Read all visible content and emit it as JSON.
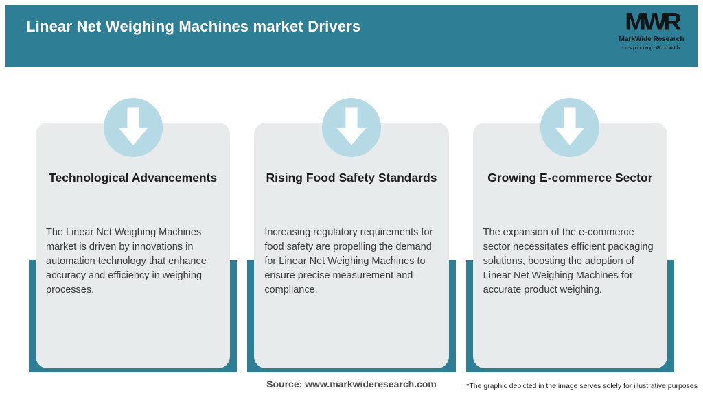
{
  "header": {
    "title": "Linear Net Weighing Machines market Drivers",
    "logo": {
      "acronym": "MWR",
      "name": "MarkWide Research",
      "tagline": "Inspiring Growth"
    }
  },
  "cards": [
    {
      "icon": "down-arrow-icon",
      "title": "Technological Advancements",
      "description": "The Linear Net Weighing Machines market is driven by innovations in automation technology that enhance accuracy and efficiency in weighing processes."
    },
    {
      "icon": "down-arrow-icon",
      "title": "Rising Food Safety Standards",
      "description": "Increasing regulatory requirements for food safety are propelling the demand for Linear Net Weighing Machines to ensure precise measurement and compliance."
    },
    {
      "icon": "down-arrow-icon",
      "title": "Growing E-commerce Sector",
      "description": "The expansion of the e-commerce sector necessitates efficient packaging solutions, boosting the adoption of Linear Net Weighing Machines for accurate product weighing."
    }
  ],
  "footer": {
    "source": "Source: www.markwideresearch.com",
    "disclaimer": "*The graphic depicted in the image serves solely for illustrative purposes"
  },
  "colors": {
    "teal": "#2e7e95",
    "circle-blue": "#b6d9e6",
    "card-gray": "#e8ebec",
    "title-white": "#ffffff",
    "text-dark": "#1d1d1d",
    "body-text": "#3a3a3a",
    "source-text": "#4a4a4a"
  }
}
